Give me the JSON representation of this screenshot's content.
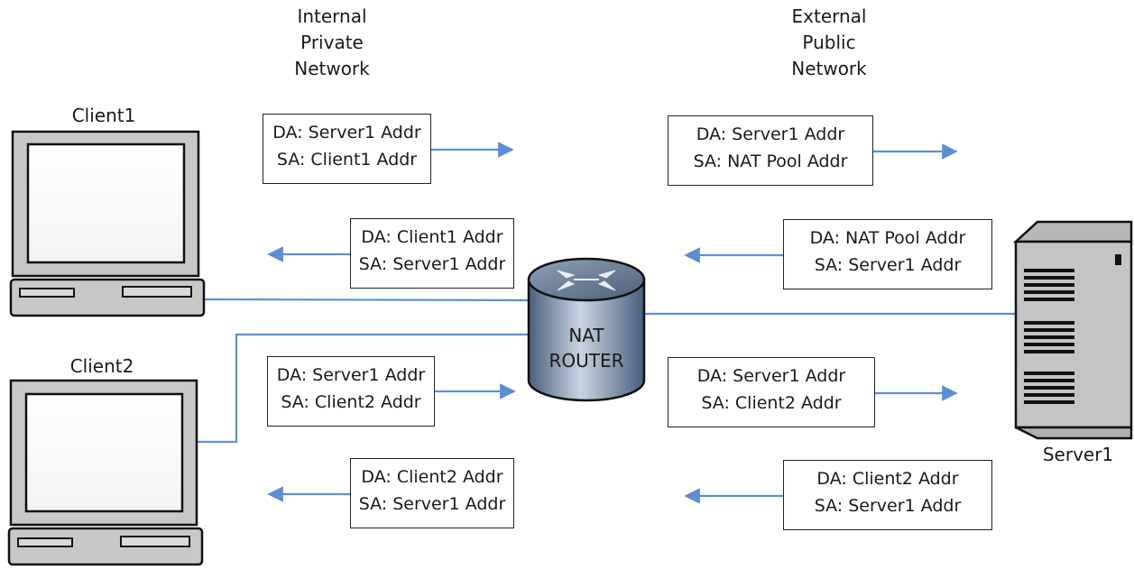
{
  "colors": {
    "line": "#5b8fd4",
    "device_frame": "#c8c8c8",
    "router_body": "#7d8fa8",
    "server_body": "#c4c4c4"
  },
  "headers": {
    "internal": [
      "Internal",
      "Private",
      "Network"
    ],
    "external": [
      "External",
      "Public",
      "Network"
    ]
  },
  "devices": {
    "client1": "Client1",
    "client2": "Client2",
    "server1": "Server1",
    "router": [
      "NAT",
      "ROUTER"
    ]
  },
  "packets": {
    "c1_out_internal": [
      "DA: Server1 Addr",
      "SA: Client1 Addr"
    ],
    "c1_out_external": [
      "DA: Server1 Addr",
      "SA: NAT Pool Addr"
    ],
    "c1_in_internal": [
      "DA: Client1 Addr",
      "SA: Server1 Addr"
    ],
    "c1_in_external": [
      "DA: NAT Pool Addr",
      "SA: Server1 Addr"
    ],
    "c2_out_internal": [
      "DA: Server1 Addr",
      "SA: Client2 Addr"
    ],
    "c2_out_external": [
      "DA: Server1 Addr",
      "SA: Client2 Addr"
    ],
    "c2_in_internal": [
      "DA: Client2 Addr",
      "SA: Server1 Addr"
    ],
    "c2_in_external": [
      "DA: Client2 Addr",
      "SA: Server1 Addr"
    ]
  }
}
